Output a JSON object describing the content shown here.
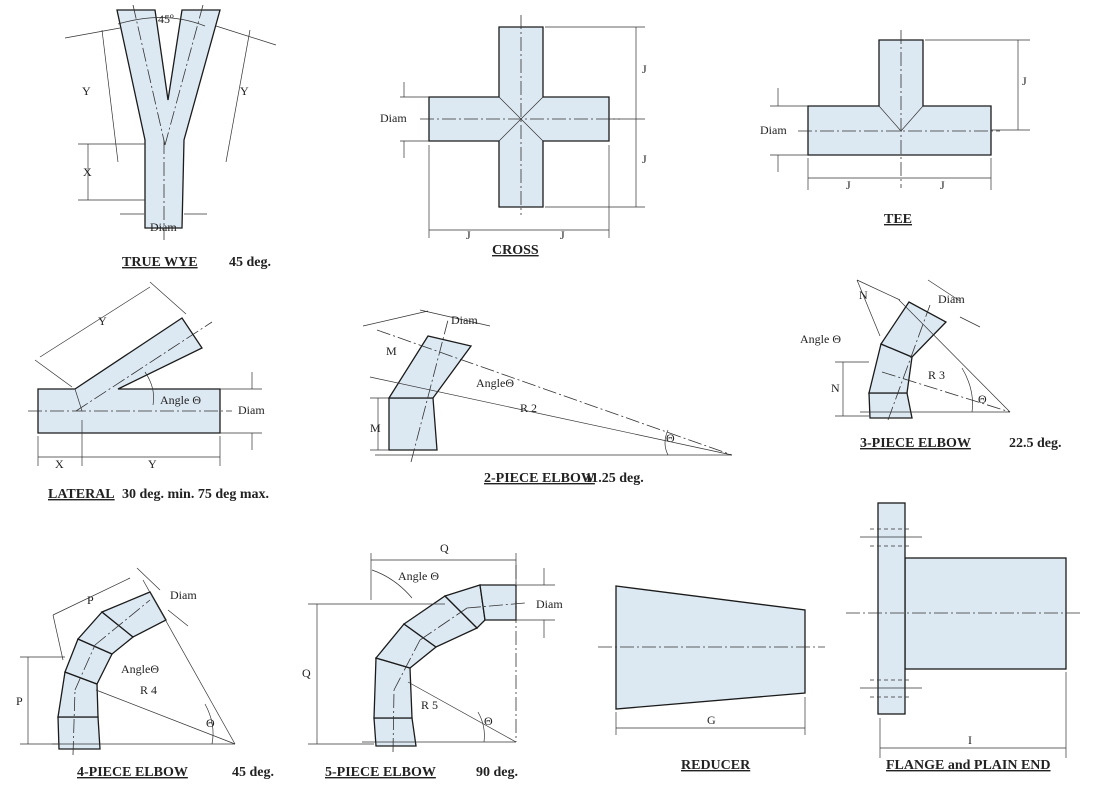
{
  "labels": {
    "angle45": "45º",
    "Y": "Y",
    "X": "X",
    "J": "J",
    "M": "M",
    "N": "N",
    "P": "P",
    "Q": "Q",
    "G": "G",
    "I": "I",
    "diam": "Diam",
    "angleTheta": "Angle Θ",
    "angleThetaTight": "AngleΘ",
    "theta": "Θ",
    "R2": "R 2",
    "R3": "R 3",
    "R4": "R 4",
    "R5": "R 5"
  },
  "captions": {
    "true_wye_name": "TRUE WYE",
    "true_wye_spec": "45 deg.",
    "cross": "CROSS",
    "tee": "TEE",
    "lateral_name": "LATERAL",
    "lateral_spec": "30 deg. min.  75 deg max.",
    "elbow2_name": "2-PIECE  ELBOW",
    "elbow2_spec": "11.25 deg.",
    "elbow3_name": "3-PIECE  ELBOW",
    "elbow3_spec": "22.5 deg.",
    "elbow4_name": "4-PIECE  ELBOW",
    "elbow4_spec": "45  deg.",
    "elbow5_name": "5-PIECE  ELBOW",
    "elbow5_spec": "90 deg.",
    "reducer": "REDUCER",
    "flange": "FLANGE and PLAIN END"
  },
  "colors": {
    "pipe_fill": "#dce9f3",
    "line": "#1b1b1b",
    "background": "#ffffff"
  }
}
